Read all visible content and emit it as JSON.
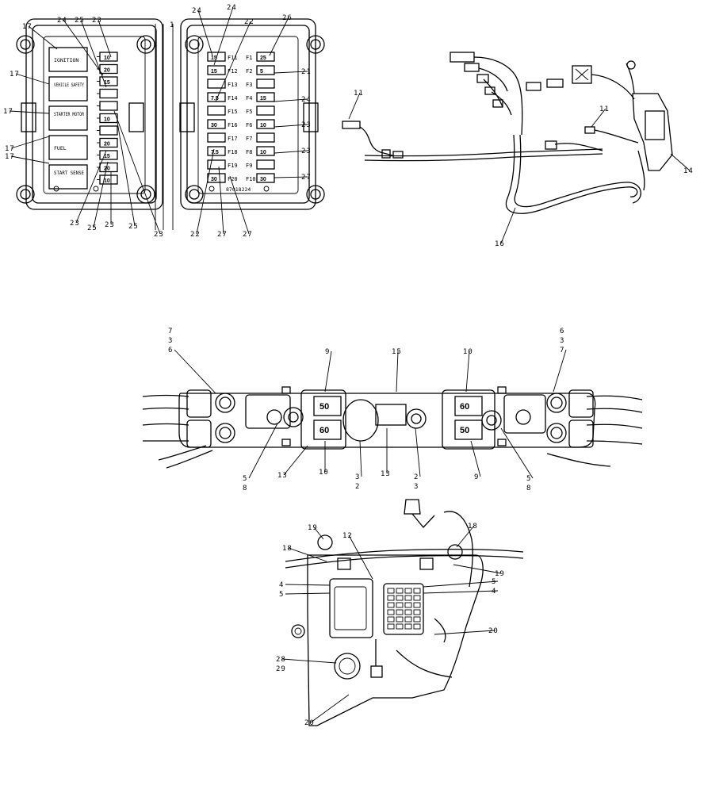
{
  "fuse_box": {
    "relay_labels": [
      "IGNITION",
      "VEHICLE SAFETY",
      "STARTER MOTOR",
      "FUEL",
      "START SENSE"
    ],
    "left_fuses": [
      "10",
      "20",
      "15",
      "",
      "",
      "10",
      "",
      "20",
      "15",
      "20",
      "10"
    ],
    "middle_fuses": [
      "15",
      "15",
      "",
      "7.5",
      "",
      "30",
      "",
      "7.5",
      "",
      "30"
    ],
    "middle_labels": [
      "F11",
      "F12",
      "F13",
      "F14",
      "F15",
      "F16",
      "F17",
      "F18",
      "F19",
      "F20"
    ],
    "right_fuses": [
      "25",
      "5",
      "",
      "15",
      "",
      "10",
      "",
      "10",
      "",
      "30"
    ],
    "right_labels": [
      "F1",
      "F2",
      "F3",
      "F4",
      "F5",
      "F6",
      "F7",
      "F8",
      "F9",
      "F10"
    ],
    "part_number": "87018224"
  },
  "callouts": {
    "fuse_box": [
      "17",
      "24",
      "25",
      "23",
      "17",
      "17",
      "17",
      "17",
      "23",
      "25",
      "23",
      "25",
      "23",
      "24",
      "24",
      "22",
      "26",
      "21",
      "24",
      "23",
      "23",
      "27",
      "22",
      "27",
      "27",
      "1"
    ],
    "harness": [
      "11",
      "11",
      "14",
      "16"
    ],
    "bus_bar": [
      "7",
      "3",
      "6",
      "9",
      "15",
      "10",
      "6",
      "3",
      "7",
      "5",
      "8",
      "13",
      "10",
      "3",
      "2",
      "13",
      "2",
      "3",
      "9",
      "5",
      "8"
    ],
    "bus_fuses": [
      "50",
      "60",
      "60",
      "50"
    ],
    "lower": [
      "19",
      "12",
      "18",
      "18",
      "19",
      "4",
      "5",
      "5",
      "4",
      "20",
      "28",
      "29",
      "20"
    ]
  }
}
